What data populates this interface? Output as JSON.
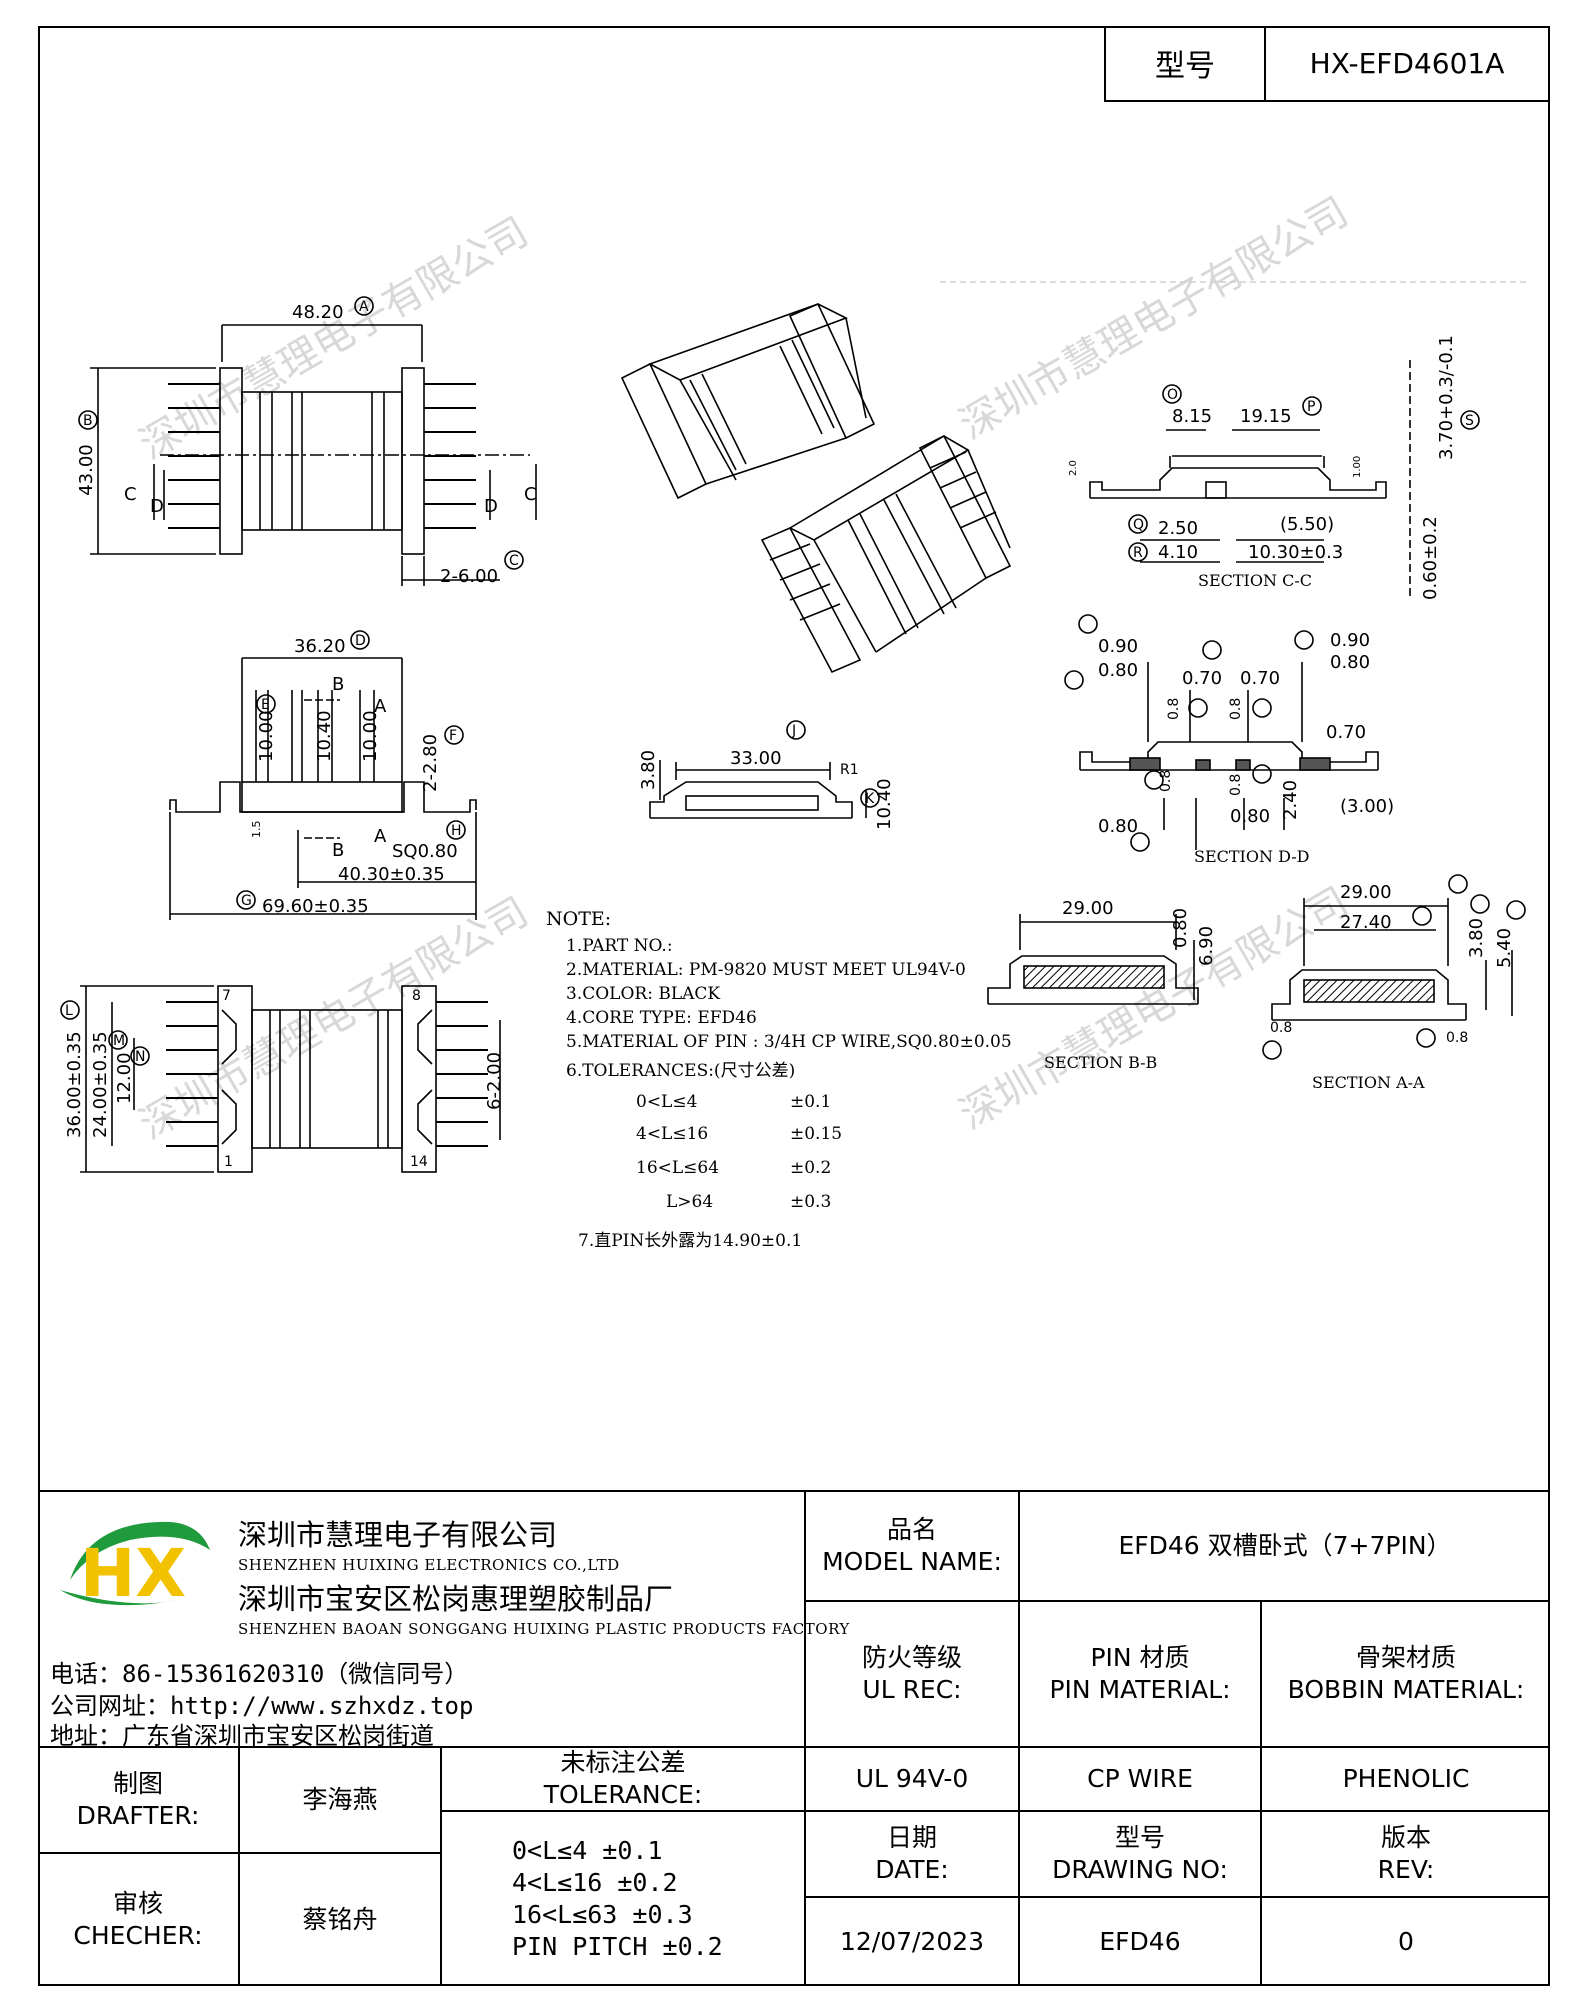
{
  "header": {
    "model_label": "型号",
    "model_value": "HX-EFD4601A"
  },
  "drawing": {
    "watermark": "深圳市慧理电子有限公司",
    "dims_top_view": {
      "width": "48.20",
      "width_tag": "A",
      "height": "43.00",
      "height_tag": "B",
      "pin_len": "2-6.00",
      "pin_len_tag": "C",
      "label_c": "C",
      "label_d": "D"
    },
    "dims_side_view": {
      "top": "36.20",
      "top_tag": "D",
      "slot1": "10.00",
      "slot1_tag": "E",
      "slot2": "10.40",
      "slot3": "10.00",
      "flange": "2-2.80",
      "flange_tag": "F",
      "sq": "SQ0.80",
      "sq_tag": "H",
      "span": "40.30±0.35",
      "total": "69.60±0.35",
      "total_tag": "G",
      "sec_a": "A",
      "sec_b": "B",
      "small": "1.5"
    },
    "dims_bottom_view": {
      "outer": "36.00±0.35",
      "outer_tag": "L",
      "mid": "24.00±0.35",
      "mid_tag": "M",
      "inner": "12.00",
      "inner_tag": "N",
      "pitch": "6-2.00",
      "pin_7": "7",
      "pin_8": "8",
      "pin_1": "1",
      "pin_14": "14"
    },
    "dims_core": {
      "len": "33.00",
      "len_tag": "J",
      "h": "3.80",
      "r": "R1",
      "w": "10.40",
      "w_tag": "K"
    },
    "section_cc": {
      "title": "SECTION C-C",
      "a": "8.15",
      "a_tag": "O",
      "b": "19.15",
      "b_tag": "P",
      "h": "3.70+0.3/-0.1",
      "h_tag": "S",
      "q": "2.50",
      "q_tag": "Q",
      "r": "4.10",
      "r_tag": "R",
      "ref": "(5.50)",
      "c": "10.30±0.3",
      "t": "0.60±0.2",
      "s1": "1.00",
      "s2": "2.0"
    },
    "section_dd": {
      "title": "SECTION D-D",
      "a1": "0.90",
      "a2": "0.80",
      "b1": "0.70",
      "b2": "0.70",
      "c1": "0.90",
      "c2": "0.80",
      "d": "0.70",
      "e": "0.8",
      "f": "0.80",
      "g": "2.40",
      "ref": "(3.00)",
      "h": "0.80"
    },
    "section_bb": {
      "title": "SECTION B-B",
      "w": "29.00",
      "t": "0.80",
      "h": "6.90"
    },
    "section_aa": {
      "title": "SECTION A-A",
      "w1": "29.00",
      "w2": "27.40",
      "h1": "3.80",
      "h2": "5.40",
      "t1": "0.8",
      "t2": "0.8"
    }
  },
  "notes": {
    "title": "NOTE:",
    "items": [
      "1.PART NO.:",
      "2.MATERIAL: PM-9820 MUST MEET UL94V-0",
      "3.COLOR:  BLACK",
      "4.CORE TYPE: EFD46",
      "5.MATERIAL OF PIN : 3/4H CP WIRE,SQ0.80±0.05",
      "6.TOLERANCES:(尺寸公差)"
    ],
    "tolerances": [
      {
        "range": "0<L≤4",
        "tol": "±0.1"
      },
      {
        "range": "4<L≤16",
        "tol": "±0.15"
      },
      {
        "range": "16<L≤64",
        "tol": "±0.2"
      },
      {
        "range": "L>64",
        "tol": "±0.3"
      }
    ],
    "item7": "7.直PIN长外露为14.90±0.1"
  },
  "title_block": {
    "logo_text": "HX",
    "company_cn": "深圳市慧理电子有限公司",
    "company_en": "SHENZHEN HUIXING ELECTRONICS CO.,LTD",
    "factory_cn": "深圳市宝安区松岗惠理塑胶制品厂",
    "factory_en": "SHENZHEN BAOAN SONGGANG HUIXING PLASTIC PRODUCTS FACTORY",
    "phone": "电话：86-15361620310（微信同号）",
    "website": "公司网址：http://www.szhxdz.top",
    "address": "地址：广东省深圳市宝安区松岗街道",
    "model_name_cn": "品名",
    "model_name_en": "MODEL NAME:",
    "model_name_value": "EFD46 双槽卧式（7+7PIN）",
    "ul_cn": "防火等级",
    "ul_en": "UL REC:",
    "pin_mat_cn": "PIN 材质",
    "pin_mat_en": "PIN MATERIAL:",
    "bobbin_mat_cn": "骨架材质",
    "bobbin_mat_en": "BOBBIN MATERIAL:",
    "ul_value": "UL 94V-0",
    "pin_mat_value": "CP WIRE",
    "bobbin_mat_value": "PHENOLIC",
    "drafter_cn": "制图",
    "drafter_en": "DRAFTER:",
    "drafter_name": "李海燕",
    "checker_cn": "审核",
    "checker_en": "CHECHER:",
    "checker_name": "蔡铭舟",
    "tol_cn": "未标注公差",
    "tol_en": "TOLERANCE:",
    "tol_lines": [
      "0<L≤4  ±0.1",
      "4<L≤16  ±0.2",
      "16<L≤63  ±0.3",
      "PIN PITCH  ±0.2"
    ],
    "date_cn": "日期",
    "date_en": "DATE:",
    "dwg_cn": "型号",
    "dwg_en": "DRAWING NO:",
    "rev_cn": "版本",
    "rev_en": "REV:",
    "date_value": "12/07/2023",
    "dwg_value": "EFD46",
    "rev_value": "0"
  },
  "colors": {
    "logo_green": "#1f9a3c",
    "logo_yellow": "#f2c200",
    "logo_blue": "#1d4fa0",
    "watermark": "#d8d8d8"
  }
}
